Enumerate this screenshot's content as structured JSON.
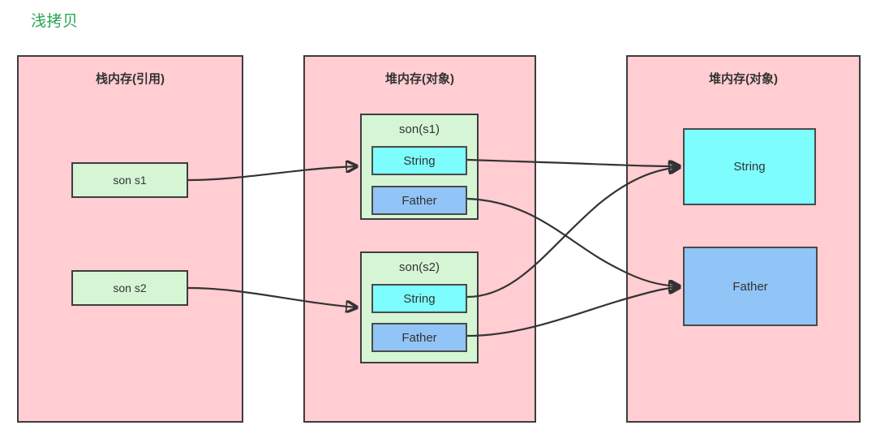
{
  "title": "浅拷贝",
  "title_color": "#2aa356",
  "colors": {
    "panel_fill": "#ffcdd2",
    "object_fill": "#d5f5d5",
    "string_fill": "#7dfdfd",
    "father_fill": "#91c4f7",
    "stroke": "#3d3d3d"
  },
  "panels": [
    {
      "id": "stack",
      "title": "栈内存(引用)"
    },
    {
      "id": "heap_objects",
      "title": "堆内存(对象)"
    },
    {
      "id": "heap_values",
      "title": "堆内存(对象)"
    }
  ],
  "stack": {
    "references": [
      {
        "label": "son s1"
      },
      {
        "label": "son s2"
      }
    ]
  },
  "heap_objects": {
    "groups": [
      {
        "title": "son(s1)",
        "fields": [
          {
            "label": "String",
            "kind": "string"
          },
          {
            "label": "Father",
            "kind": "father"
          }
        ]
      },
      {
        "title": "son(s2)",
        "fields": [
          {
            "label": "String",
            "kind": "string"
          },
          {
            "label": "Father",
            "kind": "father"
          }
        ]
      }
    ]
  },
  "heap_values": {
    "boxes": [
      {
        "label": "String",
        "kind": "string"
      },
      {
        "label": "Father",
        "kind": "father"
      }
    ]
  },
  "edges": [
    {
      "from": "son s1",
      "to": "son(s1)"
    },
    {
      "from": "son s2",
      "to": "son(s2)"
    },
    {
      "from": "son(s1).String",
      "to": "String"
    },
    {
      "from": "son(s1).Father",
      "to": "Father"
    },
    {
      "from": "son(s2).String",
      "to": "String"
    },
    {
      "from": "son(s2).Father",
      "to": "Father"
    }
  ]
}
